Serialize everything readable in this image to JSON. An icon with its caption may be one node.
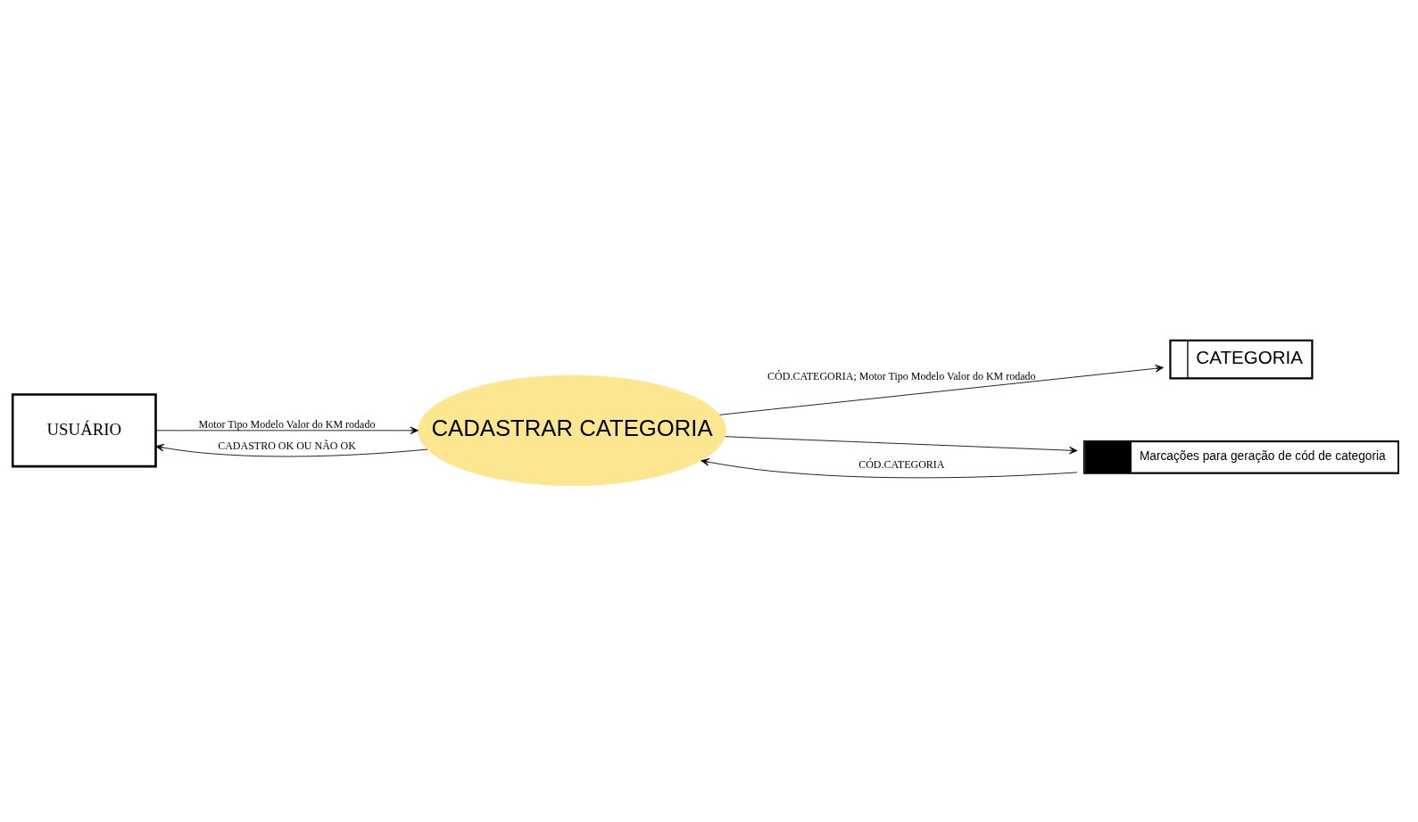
{
  "diagram": {
    "nodes": [
      {
        "text": [
          "USUÁRIO"
        ]
      },
      {
        "text": [
          "CATEGORIA"
        ]
      },
      {
        "text": [
          "CADASTRAR CATEGORIA"
        ]
      },
      {
        "text": [
          "Marcações para geração de cód de categoria"
        ]
      }
    ],
    "edges": [
      {
        "from": 0,
        "to": 2,
        "arrow": "to",
        "label": "Motor Tipo Modelo Valor do KM rodado"
      },
      {
        "from": 2,
        "to": 0,
        "arrow": "to",
        "label": "CADASTRO OK OU NÃO OK"
      },
      {
        "from": 2,
        "to": 1,
        "arrow": "to",
        "label": "CÓD.CATEGORIA; Motor Tipo Modelo Valor do KM rodado"
      },
      {
        "from": 2,
        "to": 3,
        "arrow": "to"
      },
      {
        "from": 3,
        "to": 2,
        "arrow": "to",
        "label": "CÓD.CATEGORIA"
      }
    ]
  }
}
